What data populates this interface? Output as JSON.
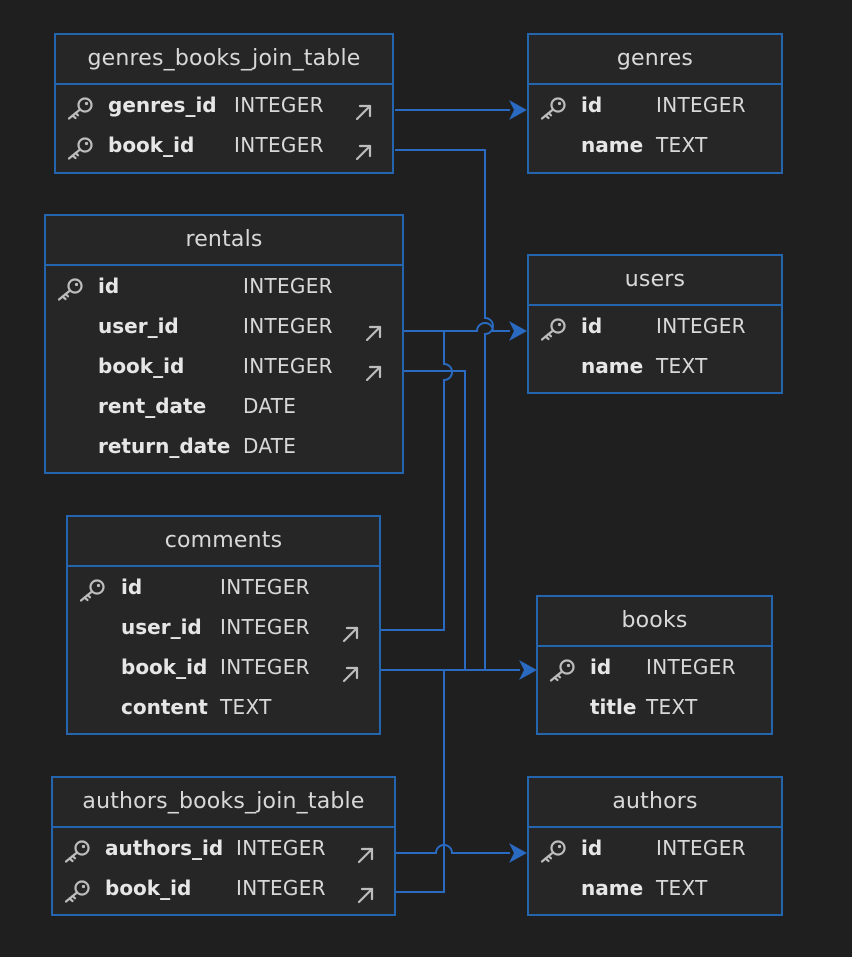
{
  "tables": [
    {
      "id": "genres_books_join_table",
      "name": "genres_books_join_table",
      "columns": [
        {
          "name": "genres_id",
          "type": "INTEGER",
          "pk": true,
          "fk": true
        },
        {
          "name": "book_id",
          "type": "INTEGER",
          "pk": true,
          "fk": true
        }
      ]
    },
    {
      "id": "genres",
      "name": "genres",
      "columns": [
        {
          "name": "id",
          "type": "INTEGER",
          "pk": true,
          "fk": false
        },
        {
          "name": "name",
          "type": "TEXT",
          "pk": false,
          "fk": false
        }
      ]
    },
    {
      "id": "rentals",
      "name": "rentals",
      "columns": [
        {
          "name": "id",
          "type": "INTEGER",
          "pk": true,
          "fk": false
        },
        {
          "name": "user_id",
          "type": "INTEGER",
          "pk": false,
          "fk": true
        },
        {
          "name": "book_id",
          "type": "INTEGER",
          "pk": false,
          "fk": true
        },
        {
          "name": "rent_date",
          "type": "DATE",
          "pk": false,
          "fk": false
        },
        {
          "name": "return_date",
          "type": "DATE",
          "pk": false,
          "fk": false
        }
      ]
    },
    {
      "id": "users",
      "name": "users",
      "columns": [
        {
          "name": "id",
          "type": "INTEGER",
          "pk": true,
          "fk": false
        },
        {
          "name": "name",
          "type": "TEXT",
          "pk": false,
          "fk": false
        }
      ]
    },
    {
      "id": "comments",
      "name": "comments",
      "columns": [
        {
          "name": "id",
          "type": "INTEGER",
          "pk": true,
          "fk": false
        },
        {
          "name": "user_id",
          "type": "INTEGER",
          "pk": false,
          "fk": true
        },
        {
          "name": "book_id",
          "type": "INTEGER",
          "pk": false,
          "fk": true
        },
        {
          "name": "content",
          "type": "TEXT",
          "pk": false,
          "fk": false
        }
      ]
    },
    {
      "id": "books",
      "name": "books",
      "columns": [
        {
          "name": "id",
          "type": "INTEGER",
          "pk": true,
          "fk": false
        },
        {
          "name": "title",
          "type": "TEXT",
          "pk": false,
          "fk": false
        }
      ]
    },
    {
      "id": "authors_books_join_table",
      "name": "authors_books_join_table",
      "columns": [
        {
          "name": "authors_id",
          "type": "INTEGER",
          "pk": true,
          "fk": true
        },
        {
          "name": "book_id",
          "type": "INTEGER",
          "pk": true,
          "fk": true
        }
      ]
    },
    {
      "id": "authors",
      "name": "authors",
      "columns": [
        {
          "name": "id",
          "type": "INTEGER",
          "pk": true,
          "fk": false
        },
        {
          "name": "name",
          "type": "TEXT",
          "pk": false,
          "fk": false
        }
      ]
    }
  ],
  "relations": [
    {
      "from": "genres_books_join_table.genres_id",
      "to": "genres.id"
    },
    {
      "from": "genres_books_join_table.book_id",
      "to": "books.id"
    },
    {
      "from": "rentals.user_id",
      "to": "users.id"
    },
    {
      "from": "rentals.book_id",
      "to": "books.id"
    },
    {
      "from": "comments.user_id",
      "to": "users.id"
    },
    {
      "from": "comments.book_id",
      "to": "books.id"
    },
    {
      "from": "authors_books_join_table.authors_id",
      "to": "authors.id"
    },
    {
      "from": "authors_books_join_table.book_id",
      "to": "books.id"
    }
  ],
  "colors": {
    "background": "#1f1f1f",
    "table_fill": "#262626",
    "border": "#2565ad",
    "edge": "#2a6ac0",
    "icon": "#bdbdbd"
  },
  "icons": {
    "primary_key": "key-icon",
    "foreign_key": "arrow-up-right-icon"
  }
}
